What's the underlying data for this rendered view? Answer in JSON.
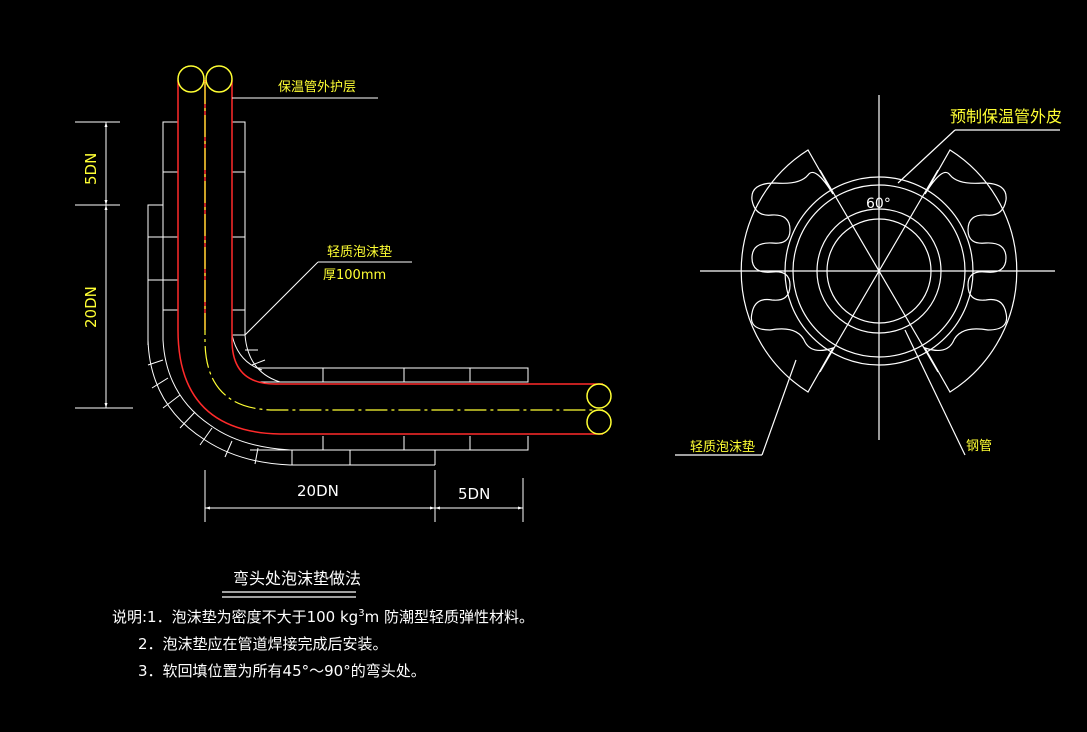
{
  "colors": {
    "background": "#000000",
    "line": "#ffffff",
    "pipe_outer": "#ff2a2a",
    "pipe_center": "#ffff33",
    "text_yellow": "#ffff33",
    "text_white": "#ffffff"
  },
  "elbow_view": {
    "label_outer_jacket": "保温管外护层",
    "label_foam_pad_line1": "轻质泡沫垫",
    "label_foam_pad_line2": "厚100mm",
    "dim_vertical_upper": "5DN",
    "dim_vertical_lower": "20DN",
    "dim_horizontal_left": "20DN",
    "dim_horizontal_right": "5DN"
  },
  "section_view": {
    "label_prefab_jacket": "预制保温管外皮",
    "label_angle": "60°",
    "label_foam_pad": "轻质泡沫垫",
    "label_steel_pipe": "钢管"
  },
  "drawing_title": "弯头处泡沫垫做法",
  "notes": {
    "line1_prefix": "说明:1．泡沫垫为密度不大于100 kg",
    "line1_sup": "3",
    "line1_unit": "m",
    "line1_suffix": " 防潮型轻质弹性材料。",
    "line2": "2．泡沫垫应在管道焊接完成后安装。",
    "line3": "3．软回填位置为所有45°～90°的弯头处。"
  }
}
